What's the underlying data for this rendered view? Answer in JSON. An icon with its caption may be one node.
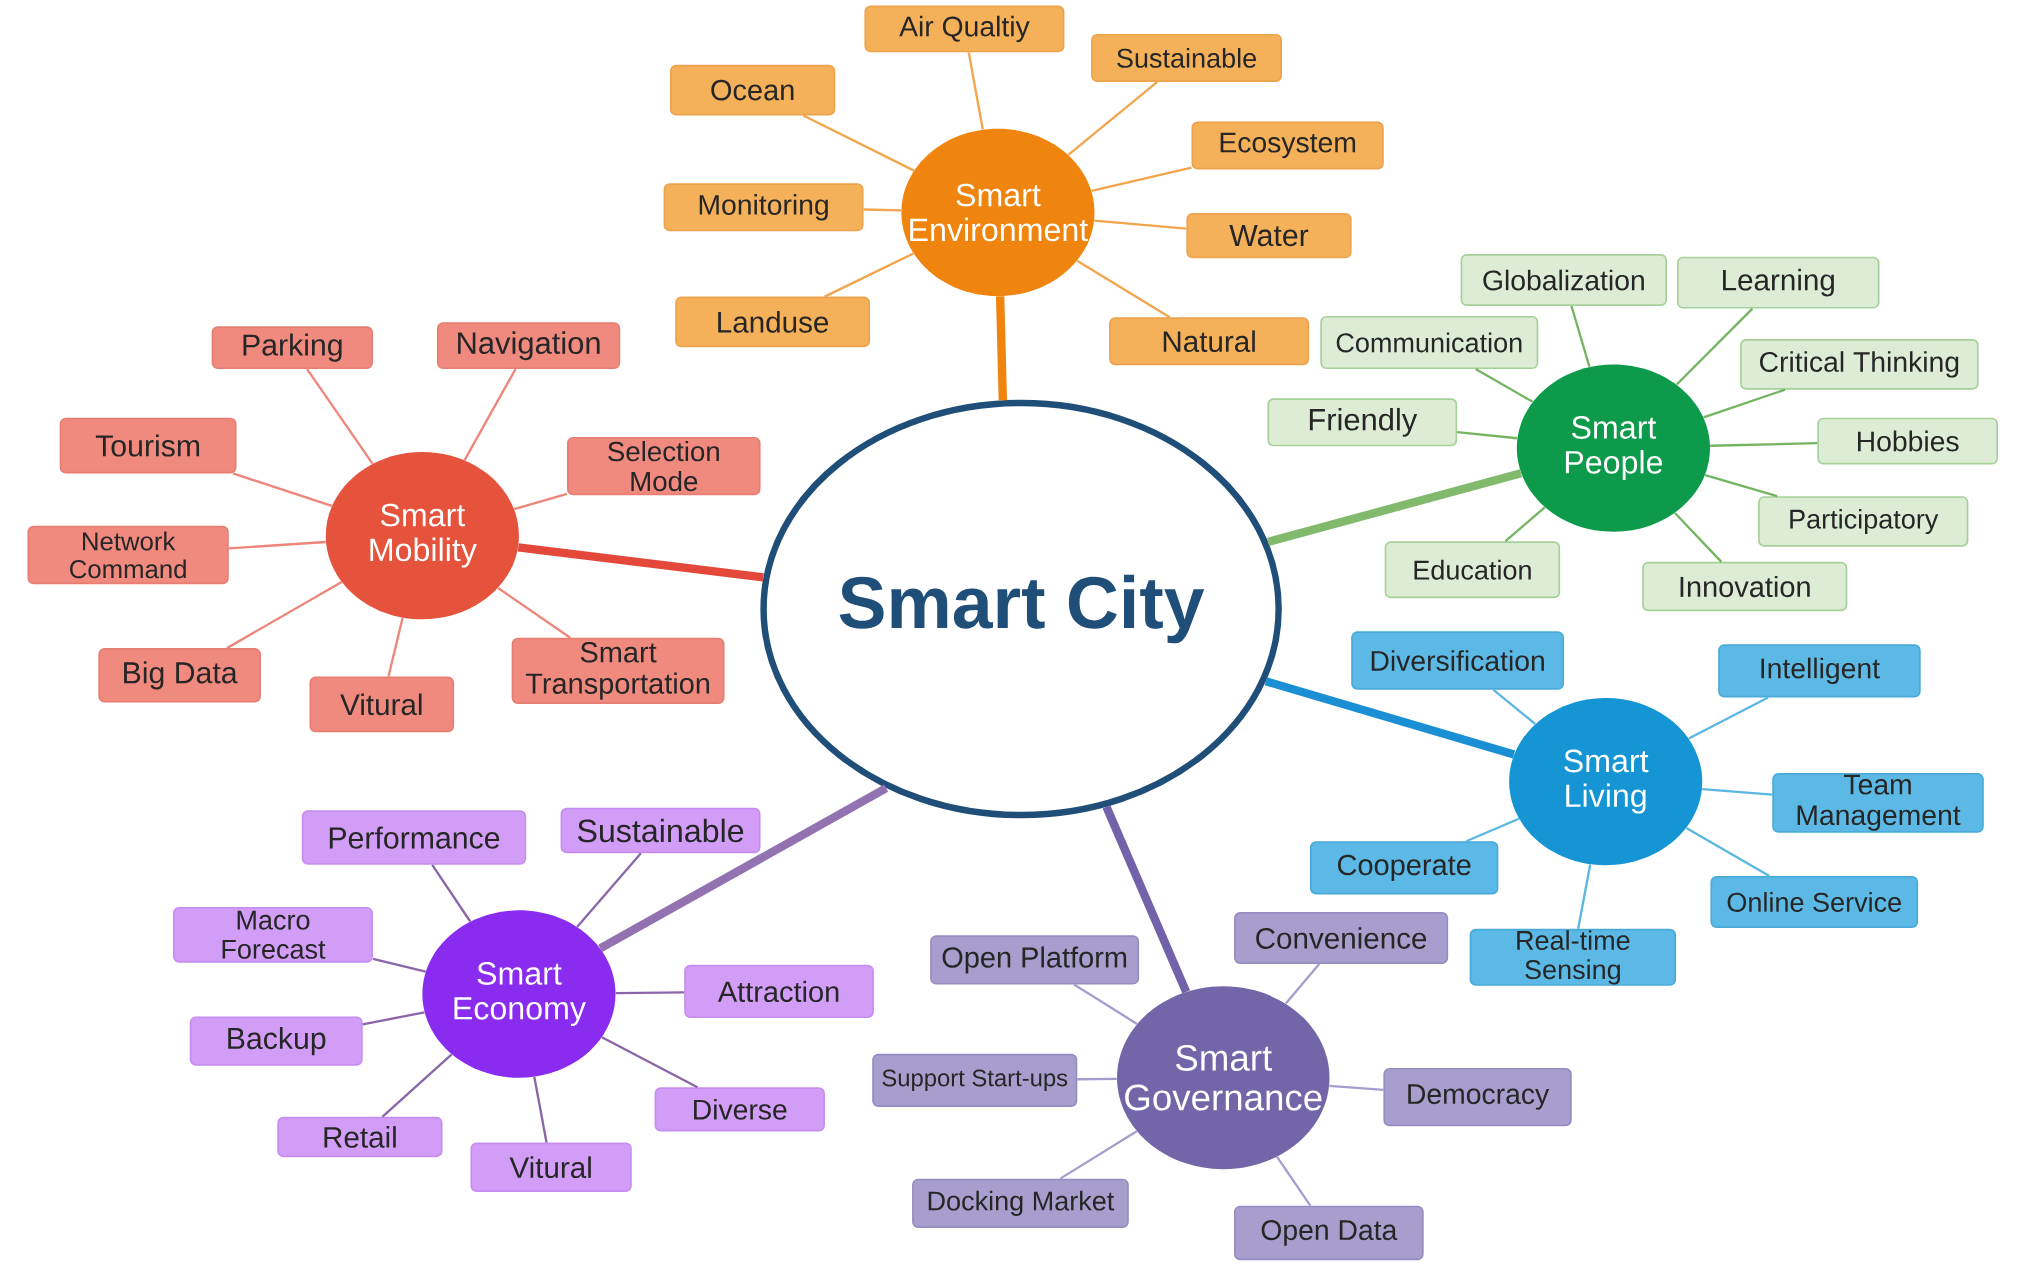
{
  "diagram": {
    "nodes": [
      {
        "text": [
          "Smart City"
        ]
      },
      {
        "text": [
          "Smart Environment"
        ]
      },
      {
        "text": [
          "Air Qualtiy"
        ]
      },
      {
        "text": [
          "Sustainable"
        ]
      },
      {
        "text": [
          "Ocean"
        ]
      },
      {
        "text": [
          "Ecosystem"
        ]
      },
      {
        "text": [
          "Monitoring"
        ]
      },
      {
        "text": [
          "Water"
        ]
      },
      {
        "text": [
          "Landuse"
        ]
      },
      {
        "text": [
          "Natural"
        ]
      },
      {
        "text": [
          "Smart Mobility"
        ]
      },
      {
        "text": [
          "Parking"
        ]
      },
      {
        "text": [
          "Navigation"
        ]
      },
      {
        "text": [
          "Tourism"
        ]
      },
      {
        "text": [
          "Selection Mode"
        ]
      },
      {
        "text": [
          "Network Command"
        ]
      },
      {
        "text": [
          "Big Data"
        ]
      },
      {
        "text": [
          "Smart Transportation"
        ]
      },
      {
        "text": [
          "Vitural"
        ]
      },
      {
        "text": [
          "Smart People"
        ]
      },
      {
        "text": [
          "Globalization"
        ]
      },
      {
        "text": [
          "Learning"
        ]
      },
      {
        "text": [
          "Communication"
        ]
      },
      {
        "text": [
          "Critical Thinking"
        ]
      },
      {
        "text": [
          "Friendly"
        ]
      },
      {
        "text": [
          "Hobbies"
        ]
      },
      {
        "text": [
          "Participatory"
        ]
      },
      {
        "text": [
          "Education"
        ]
      },
      {
        "text": [
          "Innovation"
        ]
      },
      {
        "text": [
          "Smart Living"
        ]
      },
      {
        "text": [
          "Diversification"
        ]
      },
      {
        "text": [
          "Intelligent"
        ]
      },
      {
        "text": [
          "Team Management"
        ]
      },
      {
        "text": [
          "Cooperate"
        ]
      },
      {
        "text": [
          "Online Service"
        ]
      },
      {
        "text": [
          "Real-time Sensing"
        ]
      },
      {
        "text": [
          "Smart Economy"
        ]
      },
      {
        "text": [
          "Performance"
        ]
      },
      {
        "text": [
          "Sustainable"
        ]
      },
      {
        "text": [
          "Macro Forecast"
        ]
      },
      {
        "text": [
          "Attraction"
        ]
      },
      {
        "text": [
          "Backup"
        ]
      },
      {
        "text": [
          "Diverse"
        ]
      },
      {
        "text": [
          "Retail"
        ]
      },
      {
        "text": [
          "Vitural"
        ]
      },
      {
        "text": [
          "Smart Governance"
        ]
      },
      {
        "text": [
          "Convenience"
        ]
      },
      {
        "text": [
          "Open Platform"
        ]
      },
      {
        "text": [
          "Support Start-ups"
        ]
      },
      {
        "text": [
          "Democracy"
        ]
      },
      {
        "text": [
          "Docking Market"
        ]
      },
      {
        "text": [
          "Open Data"
        ]
      }
    ],
    "edges": [
      {
        "from": 0,
        "to": 1,
        "arrow": "none",
        "style": "thick",
        "color": "#ef850e"
      },
      {
        "from": 1,
        "to": 2,
        "arrow": "none",
        "color": "#f2a54c"
      },
      {
        "from": 1,
        "to": 3,
        "arrow": "none",
        "color": "#f2a54c"
      },
      {
        "from": 1,
        "to": 4,
        "arrow": "none",
        "color": "#f2a54c"
      },
      {
        "from": 1,
        "to": 5,
        "arrow": "none",
        "color": "#f2a54c"
      },
      {
        "from": 1,
        "to": 6,
        "arrow": "none",
        "color": "#f2a54c"
      },
      {
        "from": 1,
        "to": 7,
        "arrow": "none",
        "color": "#f2a54c"
      },
      {
        "from": 1,
        "to": 8,
        "arrow": "none",
        "color": "#f2a54c"
      },
      {
        "from": 1,
        "to": 9,
        "arrow": "none",
        "color": "#f2a54c"
      },
      {
        "from": 0,
        "to": 10,
        "arrow": "none",
        "style": "thick",
        "color": "#e4483a"
      },
      {
        "from": 10,
        "to": 11,
        "arrow": "none",
        "color": "#ee857a"
      },
      {
        "from": 10,
        "to": 12,
        "arrow": "none",
        "color": "#ee857a"
      },
      {
        "from": 10,
        "to": 13,
        "arrow": "none",
        "color": "#ee857a"
      },
      {
        "from": 10,
        "to": 14,
        "arrow": "none",
        "color": "#ee857a"
      },
      {
        "from": 10,
        "to": 15,
        "arrow": "none",
        "color": "#ee857a"
      },
      {
        "from": 10,
        "to": 16,
        "arrow": "none",
        "color": "#ee857a"
      },
      {
        "from": 10,
        "to": 17,
        "arrow": "none",
        "color": "#ee857a"
      },
      {
        "from": 10,
        "to": 18,
        "arrow": "none",
        "color": "#ee857a"
      },
      {
        "from": 0,
        "to": 19,
        "arrow": "none",
        "style": "thick",
        "color": "#82ba6d"
      },
      {
        "from": 19,
        "to": 20,
        "arrow": "none",
        "color": "#74b461"
      },
      {
        "from": 19,
        "to": 21,
        "arrow": "none",
        "color": "#74b461"
      },
      {
        "from": 19,
        "to": 22,
        "arrow": "none",
        "color": "#74b461"
      },
      {
        "from": 19,
        "to": 23,
        "arrow": "none",
        "color": "#74b461"
      },
      {
        "from": 19,
        "to": 24,
        "arrow": "none",
        "color": "#74b461"
      },
      {
        "from": 19,
        "to": 25,
        "arrow": "none",
        "color": "#74b461"
      },
      {
        "from": 19,
        "to": 26,
        "arrow": "none",
        "color": "#74b461"
      },
      {
        "from": 19,
        "to": 27,
        "arrow": "none",
        "color": "#74b461"
      },
      {
        "from": 19,
        "to": 28,
        "arrow": "none",
        "color": "#74b461"
      },
      {
        "from": 0,
        "to": 29,
        "arrow": "none",
        "style": "thick",
        "color": "#1a8fd4"
      },
      {
        "from": 29,
        "to": 30,
        "arrow": "none",
        "color": "#5ab6e2"
      },
      {
        "from": 29,
        "to": 31,
        "arrow": "none",
        "color": "#5ab6e2"
      },
      {
        "from": 29,
        "to": 32,
        "arrow": "none",
        "color": "#5ab6e2"
      },
      {
        "from": 29,
        "to": 33,
        "arrow": "none",
        "color": "#5ab6e2"
      },
      {
        "from": 29,
        "to": 34,
        "arrow": "none",
        "color": "#5ab6e2"
      },
      {
        "from": 29,
        "to": 35,
        "arrow": "none",
        "color": "#5ab6e2"
      },
      {
        "from": 0,
        "to": 36,
        "arrow": "none",
        "style": "thick",
        "color": "#9372b1"
      },
      {
        "from": 36,
        "to": 37,
        "arrow": "none",
        "color": "#8a66a8"
      },
      {
        "from": 36,
        "to": 38,
        "arrow": "none",
        "color": "#8a66a8"
      },
      {
        "from": 36,
        "to": 39,
        "arrow": "none",
        "color": "#8a66a8"
      },
      {
        "from": 36,
        "to": 40,
        "arrow": "none",
        "color": "#8a66a8"
      },
      {
        "from": 36,
        "to": 41,
        "arrow": "none",
        "color": "#8a66a8"
      },
      {
        "from": 36,
        "to": 42,
        "arrow": "none",
        "color": "#8a66a8"
      },
      {
        "from": 36,
        "to": 43,
        "arrow": "none",
        "color": "#8a66a8"
      },
      {
        "from": 36,
        "to": 44,
        "arrow": "none",
        "color": "#8a66a8"
      },
      {
        "from": 0,
        "to": 45,
        "arrow": "none",
        "style": "thick",
        "color": "#7262a9"
      },
      {
        "from": 45,
        "to": 46,
        "arrow": "none",
        "color": "#a69dcd"
      },
      {
        "from": 45,
        "to": 47,
        "arrow": "none",
        "color": "#a69dcd"
      },
      {
        "from": 45,
        "to": 48,
        "arrow": "none",
        "color": "#a69dcd"
      },
      {
        "from": 45,
        "to": 49,
        "arrow": "none",
        "color": "#a69dcd"
      },
      {
        "from": 45,
        "to": 50,
        "arrow": "none",
        "color": "#a69dcd"
      },
      {
        "from": 45,
        "to": 51,
        "arrow": "none",
        "color": "#a69dcd"
      }
    ]
  }
}
